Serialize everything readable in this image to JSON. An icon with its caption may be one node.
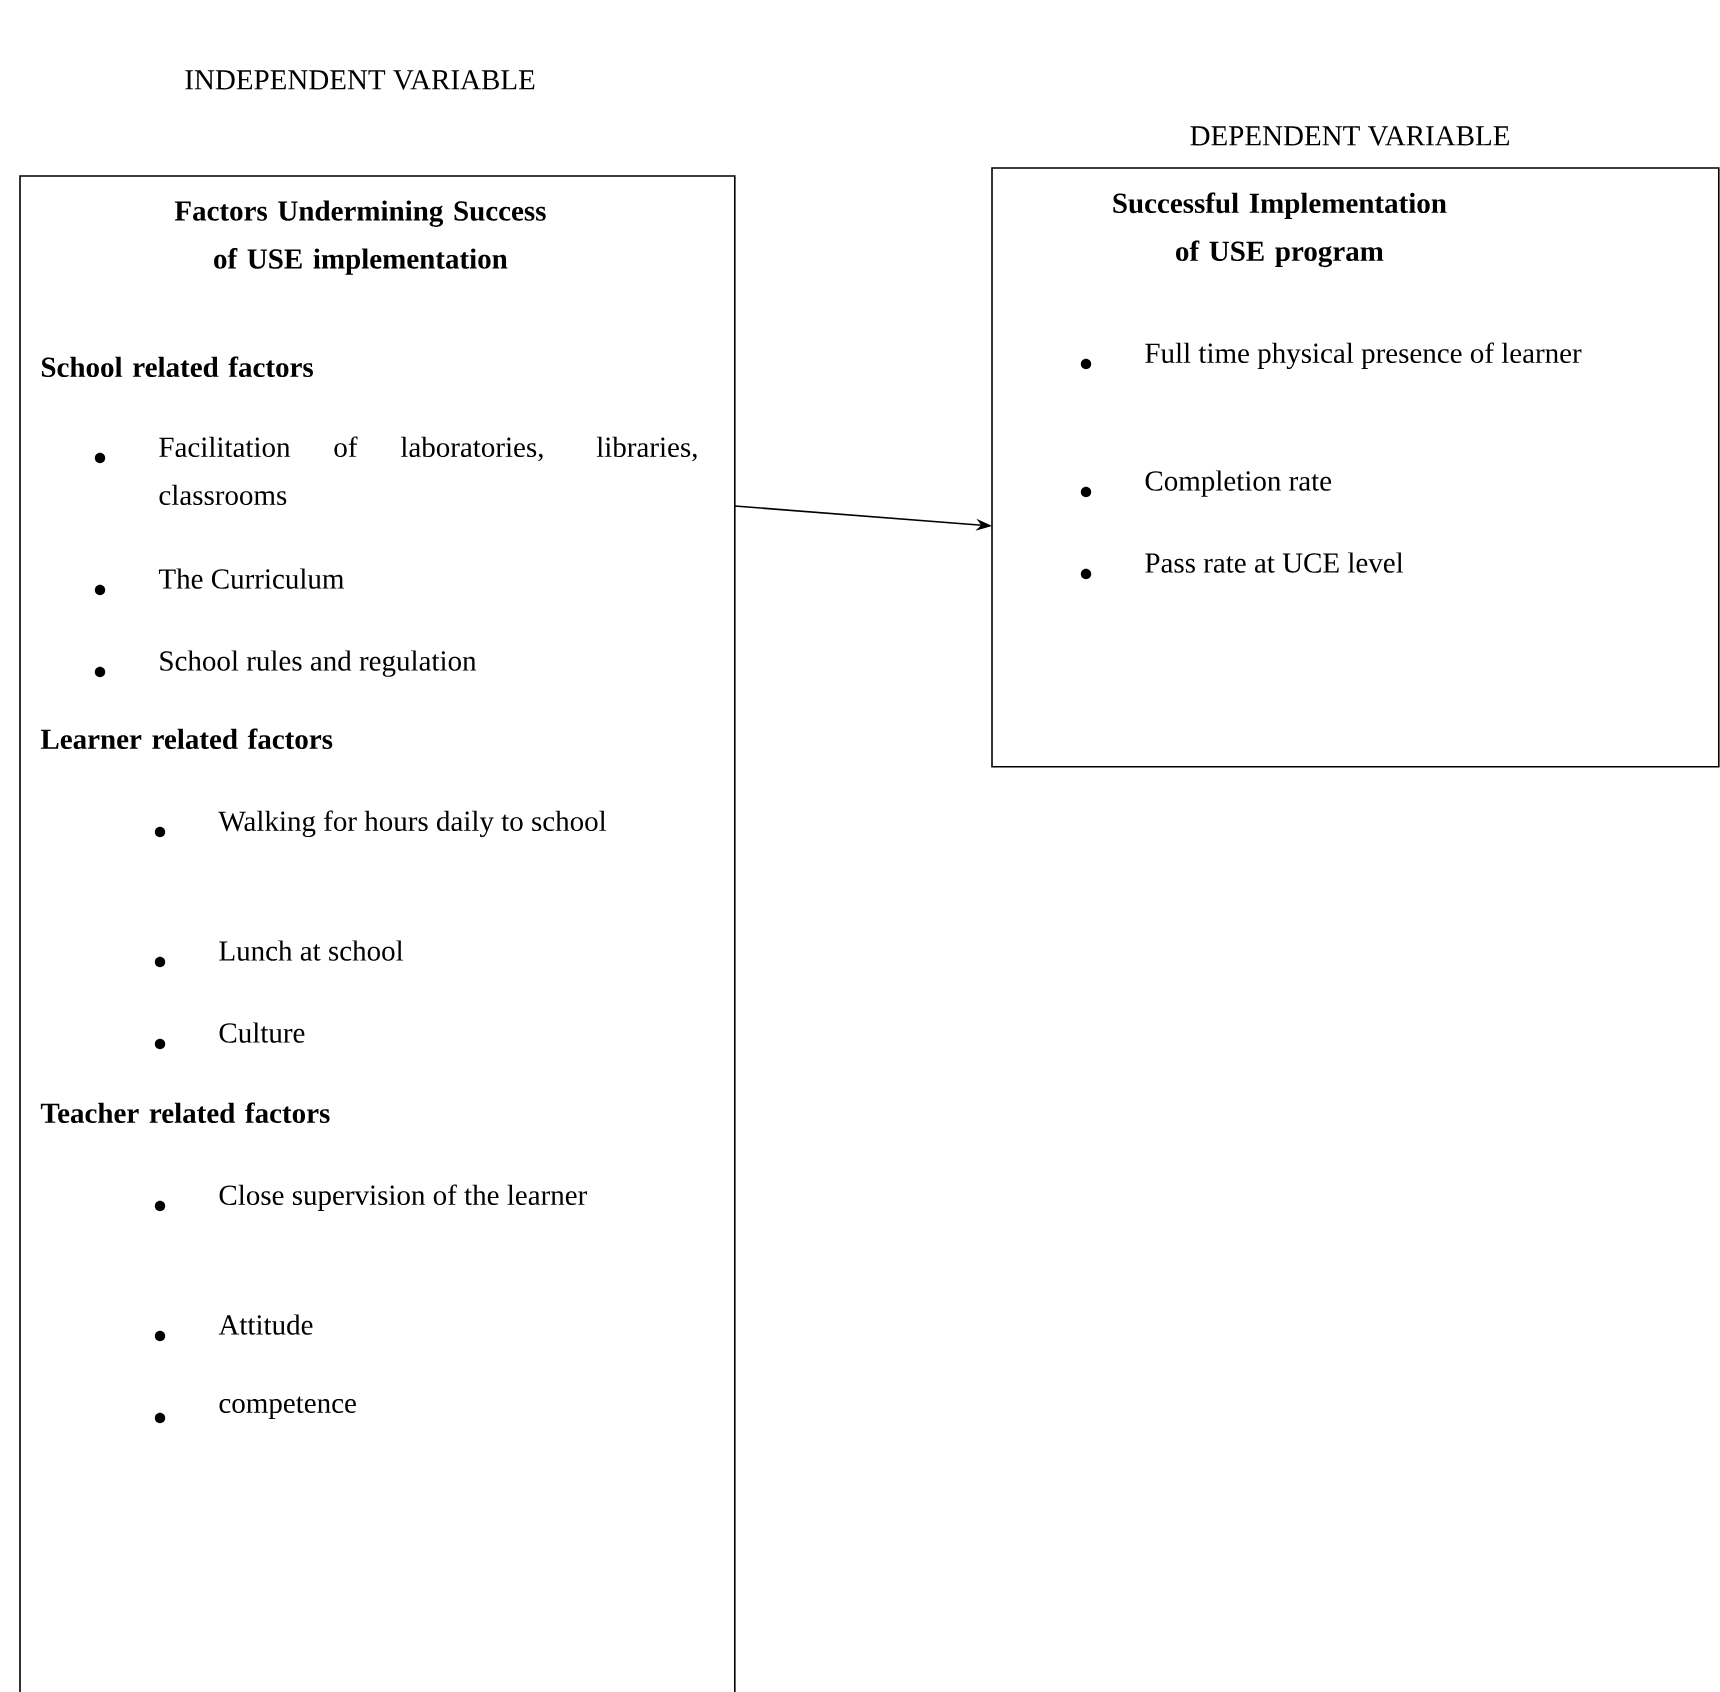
{
  "diagram": {
    "nodes": [
      {
        "text": [
          "Factors Undermining Success of USE implementation",
          "School related factors",
          "Facilitation of laboratories, libraries, classrooms",
          "The Curriculum",
          "School rules and regulation",
          "Learner related factors",
          "Walking for hours daily to school",
          "Lunch at school",
          "Culture",
          "Teacher related factors",
          "Close supervision of the learner",
          "Attitude",
          "competence"
        ]
      },
      {
        "text": [
          "Successful Implementation of USE program",
          "Full time physical presence of learner",
          "Completion rate",
          "Pass rate at UCE level"
        ]
      }
    ],
    "edges": [
      {
        "from": 0,
        "to": 1,
        "arrow": "to"
      }
    ],
    "labels": [
      "INDEPENDENT VARIABLE",
      "DEPENDENT VARIABLE"
    ]
  }
}
